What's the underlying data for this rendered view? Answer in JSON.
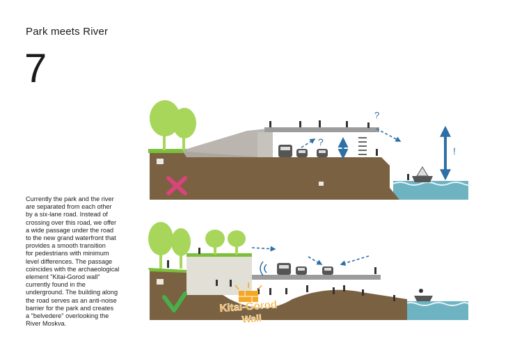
{
  "heading": {
    "title": "Park meets River",
    "number": "7"
  },
  "description": "Currently the park and the river\nare separated from each other\nby a six-lane road. Instead of\ncrossing over this road, we offer\na wide passage under the road\nto the new grand waterfront that\nprovides a smooth transition\nfor pedestrians with minimum\nlevel differences. The passage\ncoincides with the archaeological\nelement \"Kitai-Gorod wall\"\ncurrently found in the\nunderground. The building along\nthe road serves as an anti-noise\nbarrier for the park and creates\na \"belvedere\" overlooking the\nRiver Moskva.",
  "bottom_section": {
    "wall_label_line1": "Kitai-Gorod",
    "wall_label_line2": "Wall"
  },
  "symbols": {
    "question": "?",
    "exclamation": "!"
  },
  "colors": {
    "earth": "#7a6142",
    "tree_green": "#a7d65a",
    "grass": "#7cbf3a",
    "water": "#6db3c2",
    "road_grey": "#9c9c9c",
    "arrow_blue": "#2e6fa6",
    "cross_pink": "#d9447a",
    "check_green": "#48b04a",
    "wall_orange": "#f5a623"
  }
}
